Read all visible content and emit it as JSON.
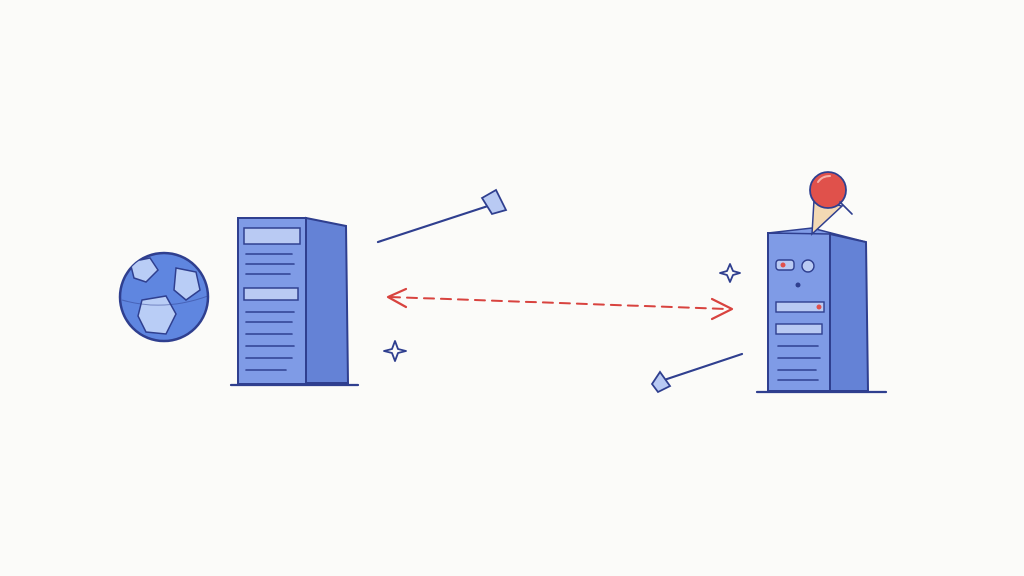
{
  "colors": {
    "background": "#fbfbf9",
    "ink": "#2f3f8f",
    "server_face": "#7f9be6",
    "server_side": "#6482d6",
    "panel_light": "#b9caf3",
    "globe_fill": "#5f86e0",
    "globe_land": "#b9cdf6",
    "pin_red": "#e0514b",
    "pin_cone": "#f3d9b4",
    "arrow_red": "#d8433f"
  },
  "diagram": {
    "nodes": [
      {
        "id": "globe",
        "icon": "globe-icon"
      },
      {
        "id": "left-server",
        "icon": "server-icon"
      },
      {
        "id": "right-server",
        "icon": "server-icon",
        "badge": "map-pin-icon"
      }
    ],
    "connections": [
      {
        "from": "left-server",
        "to": "right-server",
        "style": "dashed",
        "direction": "both"
      }
    ],
    "decorations": [
      "pin-icon",
      "pin-icon",
      "sparkle-icon",
      "sparkle-icon"
    ]
  }
}
